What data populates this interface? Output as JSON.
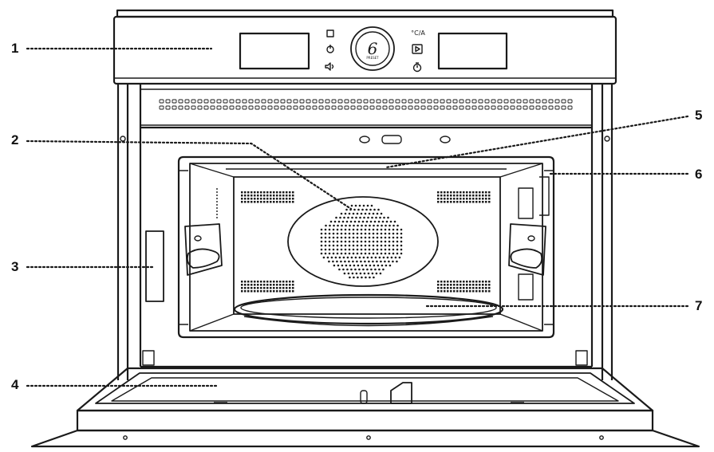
{
  "callouts": [
    {
      "label": "1"
    },
    {
      "label": "2"
    },
    {
      "label": "3"
    },
    {
      "label": "4"
    },
    {
      "label": "5"
    },
    {
      "label": "6"
    },
    {
      "label": "7"
    }
  ],
  "control_panel": {
    "dial_value": "6",
    "dial_sublabel": "PRESET",
    "left_column_icons": [
      "stop-icon",
      "power-icon",
      "sound-icon"
    ],
    "right_column_icons": [
      "clock-icon",
      "play-icon",
      "timer-icon"
    ],
    "right_top_label": "°C/A"
  }
}
